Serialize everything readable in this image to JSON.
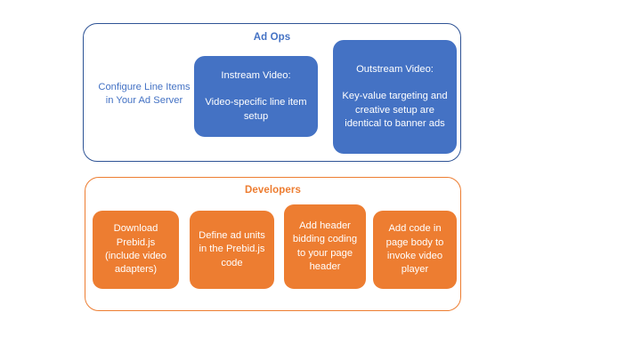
{
  "diagram": {
    "type": "process-grouping-diagram",
    "background_color": "#FFFFFF",
    "palette": {
      "blue_fill": "#4472C4",
      "blue_border": "#2E5395",
      "orange_fill": "#ED7D31",
      "orange_border": "#ED7D31",
      "text_on_fill": "#FFFFFF"
    },
    "groups": [
      {
        "id": "ad-ops",
        "title": "Ad Ops",
        "accent_color": "#4472C4",
        "nodes": [
          {
            "id": "configure-line-items",
            "style": "plain",
            "text": "Configure Line Items in Your Ad Server"
          },
          {
            "id": "instream-video",
            "style": "filled-blue",
            "heading": "Instream Video:",
            "body": "Video-specific line item setup"
          },
          {
            "id": "outstream-video",
            "style": "filled-blue",
            "heading": "Outstream Video:",
            "body": "Key-value targeting and creative setup are identical to banner ads"
          }
        ]
      },
      {
        "id": "developers",
        "title": "Developers",
        "accent_color": "#ED7D31",
        "nodes": [
          {
            "id": "download-prebid",
            "style": "filled-orange",
            "text": "Download Prebid.js (include video adapters)"
          },
          {
            "id": "define-ad-units",
            "style": "filled-orange",
            "text": "Define ad units in the Prebid.js code"
          },
          {
            "id": "add-header-bidding-code",
            "style": "filled-orange",
            "text": "Add header bidding coding to your page header"
          },
          {
            "id": "add-page-body-code",
            "style": "filled-orange",
            "text": "Add code in page body to invoke video player"
          }
        ]
      }
    ]
  }
}
